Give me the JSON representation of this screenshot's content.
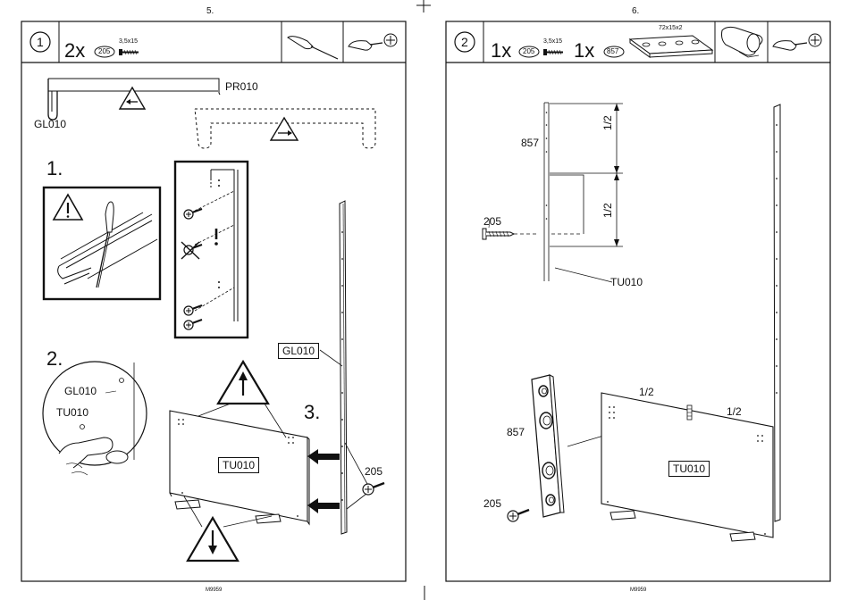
{
  "left_page": {
    "page_number": "5.",
    "footer_code": "M9959",
    "step_circle": "1",
    "qty": "2x",
    "part_ref": "205",
    "screw_size": "3,5x15",
    "labels": {
      "pr010": "PR010",
      "gl010_top": "GL010",
      "sub1": "1.",
      "sub2": "2.",
      "sub3": "3.",
      "gl010_box": "GL010",
      "gl010_zoom": "GL010",
      "tu010_zoom": "TU010",
      "tu010_box": "TU010",
      "screw_205": "205"
    },
    "icons": [
      "screwdriver-icon",
      "phillips-screwdriver-icon",
      "warning-icon",
      "arrow-left-icon",
      "arrow-right-icon",
      "arrow-up-icon",
      "arrow-down-icon"
    ]
  },
  "right_page": {
    "page_number": "6.",
    "footer_code": "M9959",
    "step_circle": "2",
    "qty1": "1x",
    "part_ref1": "205",
    "screw_size": "3,5x15",
    "qty2": "1x",
    "part_ref2": "857",
    "plate_size": "72x15x2",
    "labels": {
      "p857_top": "857",
      "half_top": "1/2",
      "half_mid": "1/2",
      "screw_205": "205",
      "tu010_top": "TU010",
      "p857_bottom": "857",
      "half_left": "1/2",
      "half_right": "1/2",
      "tu010_box": "TU010",
      "screw_205_bottom": "205"
    },
    "icons": [
      "glue-tube-icon",
      "phillips-screwdriver-icon"
    ]
  }
}
